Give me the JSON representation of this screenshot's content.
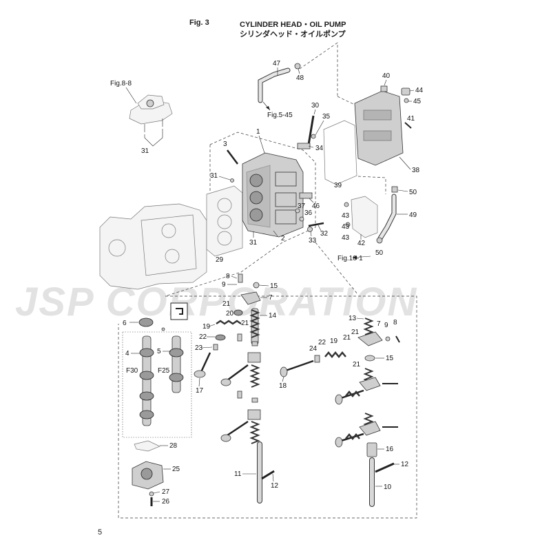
{
  "figure": {
    "number": "Fig. 3",
    "title": "CYLINDER HEAD・OIL PUMP",
    "title_jp": "シリンダヘッド・オイルポンプ"
  },
  "watermark": "JSP CORPORATION",
  "page_number": "5",
  "references": {
    "fig_8_8": "Fig.8-8",
    "fig_5_45": "Fig.5-45",
    "fig_10_1": "Fig.10-1"
  },
  "callouts": {
    "c1": "1",
    "c2": "2",
    "c3": "3",
    "c4": "4",
    "c5": "5",
    "c6": "6",
    "c7a": "7",
    "c7b": "7",
    "c8a": "8",
    "c8b": "8",
    "c9a": "9",
    "c9b": "9",
    "c10": "10",
    "c11": "11",
    "c12a": "12",
    "c12b": "12",
    "c13": "13",
    "c14": "14",
    "c15a": "15",
    "c15b": "15",
    "c16": "16",
    "c17": "17",
    "c18": "18",
    "c19a": "19",
    "c19b": "19",
    "c20": "20",
    "c21a": "21",
    "c21b": "21",
    "c21c": "21",
    "c21d": "21",
    "c22a": "22",
    "c22b": "22",
    "c23": "23",
    "c24": "24",
    "c25": "25",
    "c26": "26",
    "c27": "27",
    "c28": "28",
    "c29": "29",
    "c30": "30",
    "c31a": "31",
    "c31b": "31",
    "c31c": "31",
    "c32": "32",
    "c33": "33",
    "c34": "34",
    "c35": "35",
    "c36": "36",
    "c37": "37",
    "c38": "38",
    "c39": "39",
    "c40": "40",
    "c41": "41",
    "c42": "42",
    "c43a": "43",
    "c43b": "43",
    "c43c": "43",
    "c44": "44",
    "c45": "45",
    "c46": "46",
    "c47": "47",
    "c48": "48",
    "c49": "49",
    "c50a": "50",
    "c50b": "50",
    "f30": "F30",
    "f25": "F25"
  }
}
